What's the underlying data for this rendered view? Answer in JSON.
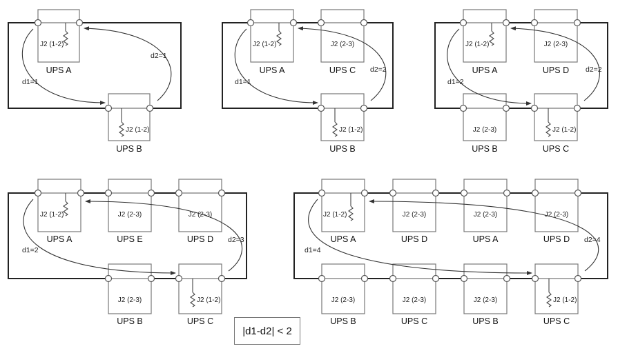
{
  "diagrams": [
    {
      "id": "config-2",
      "top_units": [
        {
          "j2": "J2 (1-2)",
          "name": "UPS A",
          "resistor": true
        }
      ],
      "bottom_units": [
        {
          "j2": "J2 (1-2)",
          "name": "UPS B",
          "resistor": true
        }
      ],
      "d1": "d1=1",
      "d2": "d2=1"
    },
    {
      "id": "config-3",
      "top_units": [
        {
          "j2": "J2 (1-2)",
          "name": "UPS A",
          "resistor": true
        },
        {
          "j2": "J2 (2-3)",
          "name": "UPS C",
          "resistor": false
        }
      ],
      "bottom_units": [
        {
          "j2": "J2 (1-2)",
          "name": "UPS B",
          "resistor": true
        }
      ],
      "d1": "d1=1",
      "d2": "d2=2"
    },
    {
      "id": "config-4",
      "top_units": [
        {
          "j2": "J2 (1-2)",
          "name": "UPS A",
          "resistor": true
        },
        {
          "j2": "J2 (2-3)",
          "name": "UPS D",
          "resistor": false
        }
      ],
      "bottom_units": [
        {
          "j2": "J2 (2-3)",
          "name": "UPS B",
          "resistor": false
        },
        {
          "j2": "J2 (1-2)",
          "name": "UPS C",
          "resistor": true
        }
      ],
      "d1": "d1=2",
      "d2": "d2=2"
    },
    {
      "id": "config-5",
      "top_units": [
        {
          "j2": "J2 (1-2)",
          "name": "UPS A",
          "resistor": true
        },
        {
          "j2": "J2 (2-3)",
          "name": "UPS E",
          "resistor": false
        },
        {
          "j2": "J2 (2-3)",
          "name": "UPS D",
          "resistor": false
        }
      ],
      "bottom_units": [
        {
          "j2": "J2 (2-3)",
          "name": "UPS B",
          "resistor": false
        },
        {
          "j2": "J2 (1-2)",
          "name": "UPS C",
          "resistor": true
        }
      ],
      "d1": "d1=2",
      "d2": "d2=3"
    },
    {
      "id": "config-8",
      "top_units": [
        {
          "j2": "J2 (1-2)",
          "name": "UPS A",
          "resistor": true
        },
        {
          "j2": "J2 (2-3)",
          "name": "UPS D",
          "resistor": false
        },
        {
          "j2": "J2 (2-3)",
          "name": "UPS A",
          "resistor": false
        },
        {
          "j2": "J2 (2-3)",
          "name": "UPS D",
          "resistor": false
        }
      ],
      "bottom_units": [
        {
          "j2": "J2 (2-3)",
          "name": "UPS B",
          "resistor": false
        },
        {
          "j2": "J2 (2-3)",
          "name": "UPS C",
          "resistor": false
        },
        {
          "j2": "J2 (2-3)",
          "name": "UPS B",
          "resistor": false
        },
        {
          "j2": "J2 (1-2)",
          "name": "UPS C",
          "resistor": true
        }
      ],
      "d1": "d1=4",
      "d2": "d2=4"
    }
  ],
  "formula": "|d1-d2| < 2"
}
